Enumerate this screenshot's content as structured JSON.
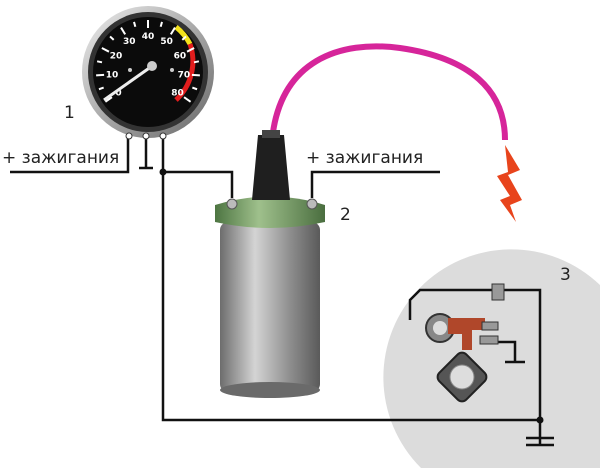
{
  "labels": {
    "ignition_left": "+ зажигания",
    "ignition_right": "+ зажигания",
    "tachometer_number": "1",
    "coil_number": "2",
    "breaker_number": "3"
  },
  "dial": {
    "scale": [
      "0",
      "10",
      "20",
      "30",
      "40",
      "50",
      "60",
      "70",
      "80"
    ],
    "zone_colors": {
      "yellow": "#f3e21b",
      "red": "#e21d1d"
    }
  },
  "colors": {
    "wire": "#111111",
    "hv_wire": "#d6259a",
    "coil_cap": "#6f9a5e",
    "coil_body": "#9a9a9a",
    "breaker_bg": "#dcdcdc",
    "spark": "#e8441c",
    "cam_lever": "#b0472a"
  }
}
